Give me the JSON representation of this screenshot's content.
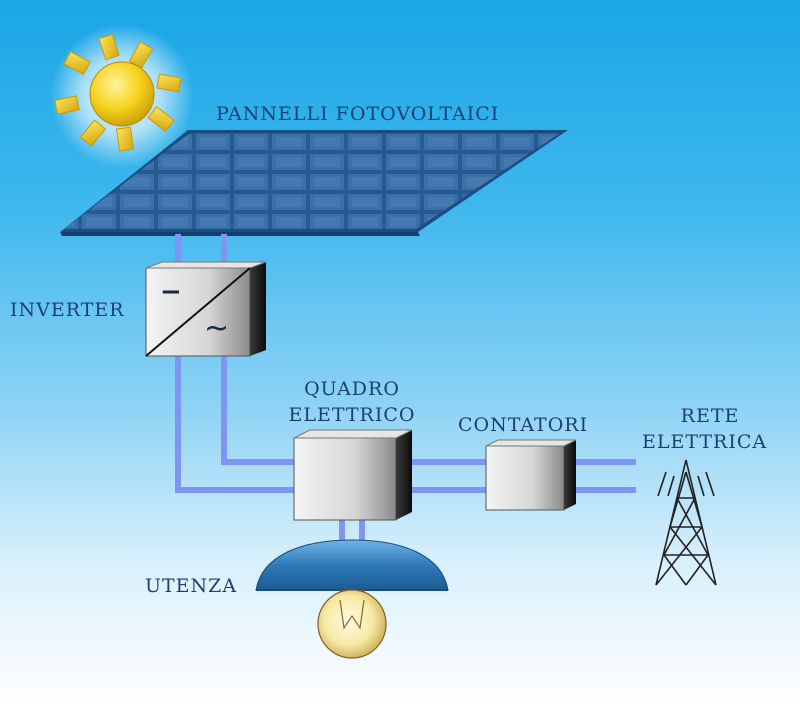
{
  "labels": {
    "panels": "PANNELLI FOTOVOLTAICI",
    "inverter": "INVERTER",
    "quadro_line1": "QUADRO",
    "quadro_line2": "ELETTRICO",
    "contatori": "CONTATORI",
    "rete_line1": "RETE",
    "rete_line2": "ELETTRICA",
    "utenza": "UTENZA"
  },
  "inverter_symbols": {
    "dc": "−",
    "ac": "~"
  },
  "colors": {
    "sky_top": "#1aa6e6",
    "label_text": "#1c3f73",
    "panel_blue": "#2a5f9a",
    "wire_blue": "#7f95f2",
    "sun_yellow": "#f3d21a",
    "lamp_shade": "#2f7bb8"
  },
  "icons": {
    "sun": "sun-icon",
    "solar_panel": "solar-panel-icon",
    "inverter": "inverter-icon",
    "tower": "transmission-tower-icon",
    "bulb": "light-bulb-icon"
  }
}
